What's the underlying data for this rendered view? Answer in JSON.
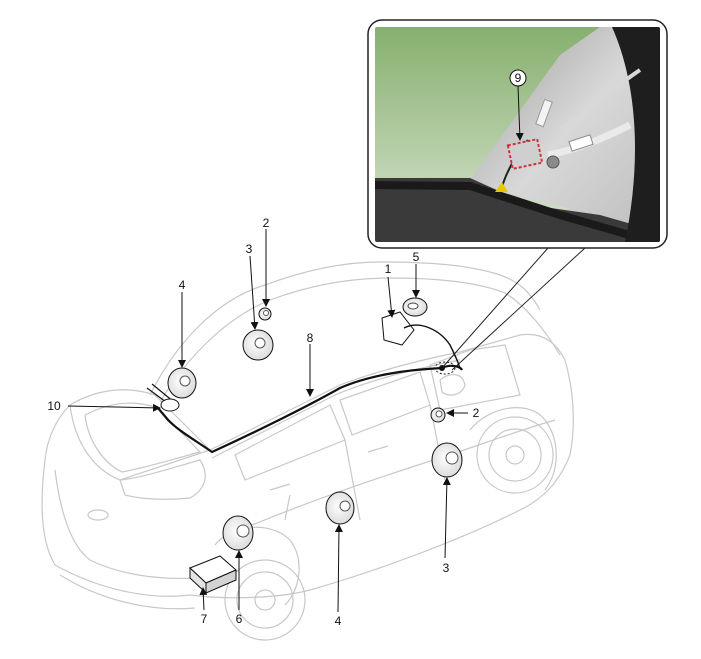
{
  "callouts": {
    "c1": "1",
    "c2a": "2",
    "c2b": "2",
    "c3a": "3",
    "c3b": "3",
    "c4a": "4",
    "c4b": "4",
    "c5": "5",
    "c6": "6",
    "c7": "7",
    "c8": "8",
    "c9": "9",
    "c10": "10"
  },
  "colors": {
    "outline": "#c8c8c8",
    "cable": "#111111",
    "highlight": "#d0303a",
    "photo_sky": "#7fa86a",
    "photo_dark": "#2a2a2a"
  }
}
